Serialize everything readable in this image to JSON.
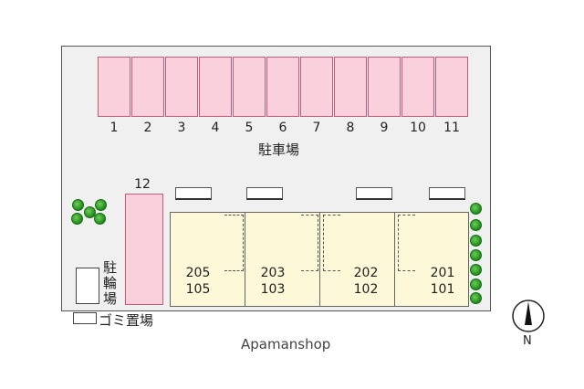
{
  "parking": {
    "stalls": [
      "1",
      "2",
      "3",
      "4",
      "5",
      "6",
      "7",
      "8",
      "9",
      "10",
      "11"
    ],
    "label": "駐車場",
    "extra_stall": "12"
  },
  "bicycle_parking": {
    "label": "駐\n輪\n場"
  },
  "garbage": {
    "label": "ゴミ置場"
  },
  "units": [
    {
      "upper": "205",
      "lower": "105"
    },
    {
      "upper": "203",
      "lower": "103"
    },
    {
      "upper": "202",
      "lower": "102"
    },
    {
      "upper": "201",
      "lower": "101"
    }
  ],
  "compass": {
    "label": "N"
  },
  "footer": {
    "brand": "Apamanshop"
  },
  "colors": {
    "stall_fill": "#f9d0dc",
    "stall_border": "#c65a78",
    "building_fill": "#fdf8d8",
    "tree": "#2e9c26",
    "ground": "#f0f0f0"
  }
}
